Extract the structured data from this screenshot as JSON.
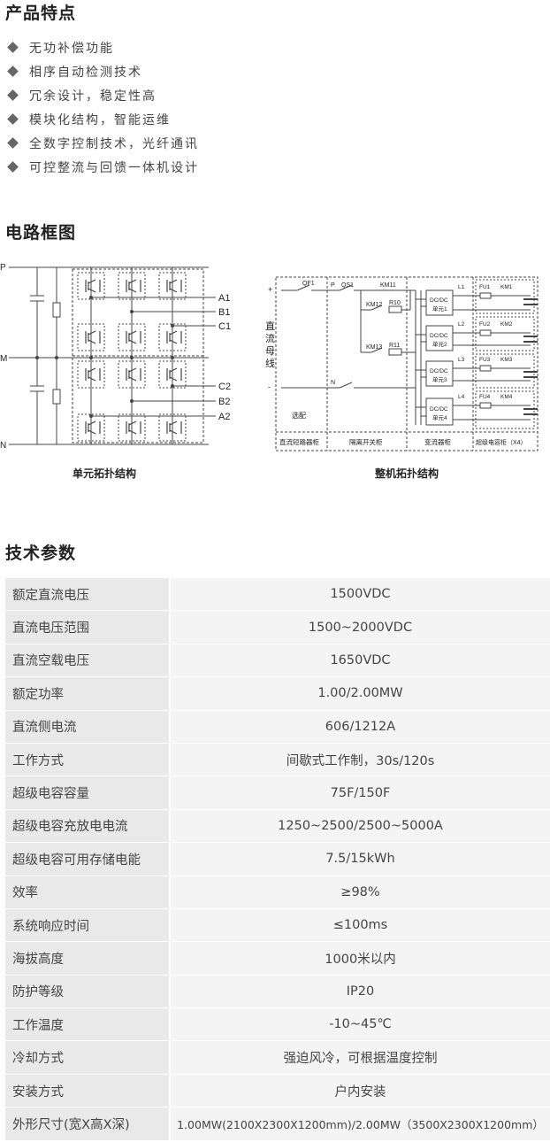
{
  "features_section": {
    "title": "产品特点",
    "items": [
      "无功补偿功能",
      "相序自动检测技术",
      "冗余设计，稳定性高",
      "模块化结构，智能运维",
      "全数字控制技术，光纤通讯",
      "可控整流与回馈一体机设计"
    ]
  },
  "circuit_section": {
    "title": "电路框图",
    "unit": {
      "caption": "单元拓扑结构",
      "labels": {
        "p": "P",
        "m": "M",
        "n": "N",
        "a1": "A1",
        "b1": "B1",
        "c1": "C1",
        "c2": "C2",
        "b2": "B2",
        "a2": "A2"
      }
    },
    "system": {
      "caption": "整机拓扑结构",
      "labels": {
        "plus": "+",
        "minus": "-",
        "qf1": "QF1",
        "p": "P",
        "qs1": "QS1",
        "n": "N",
        "km11": "KM11",
        "km12": "KM12",
        "r10": "R10",
        "km13": "KM13",
        "r11": "R11",
        "bus_chars": [
          "直",
          "流",
          "母",
          "线"
        ],
        "optional": "选配",
        "dcdc_title": "DC/DC",
        "dcdc_units": [
          "单元1",
          "单元2",
          "单元3",
          "单元4"
        ],
        "inductors": [
          "L1",
          "L2",
          "L3",
          "L4"
        ],
        "fuses": [
          "FU1",
          "FU2",
          "FU3",
          "FU4"
        ],
        "contactors": [
          "KM1",
          "KM2",
          "KM3",
          "KM4"
        ],
        "cabinets": [
          "直流短路器柜",
          "隔离开关柜",
          "变流器柜",
          "超级电容柜（X4）"
        ]
      }
    }
  },
  "specs_section": {
    "title": "技术参数",
    "rows": [
      {
        "key": "额定直流电压",
        "value": "1500VDC"
      },
      {
        "key": "直流电压范围",
        "value": "1500~2000VDC"
      },
      {
        "key": "直流空载电压",
        "value": "1650VDC"
      },
      {
        "key": "额定功率",
        "value": "1.00/2.00MW"
      },
      {
        "key": "直流侧电流",
        "value": "606/1212A"
      },
      {
        "key": "工作方式",
        "value": "间歇式工作制，30s/120s"
      },
      {
        "key": "超级电容容量",
        "value": "75F/150F"
      },
      {
        "key": "超级电容充放电电流",
        "value": "1250~2500/2500~5000A"
      },
      {
        "key": "超级电容可用存储电能",
        "value": "7.5/15kWh"
      },
      {
        "key": "效率",
        "value": "≥98%"
      },
      {
        "key": "系统响应时间",
        "value": "≤100ms"
      },
      {
        "key": "海拔高度",
        "value": "1000米以内"
      },
      {
        "key": "防护等级",
        "value": "IP20"
      },
      {
        "key": "工作温度",
        "value": "-10~45℃"
      },
      {
        "key": "冷却方式",
        "value": "强迫风冷，可根据温度控制"
      },
      {
        "key": "安装方式",
        "value": "户内安装"
      },
      {
        "key": "外形尺寸(宽X高X深)",
        "value": "1.00MW(2100X2300X1200mm)/2.00MW（3500X2300X1200mm）"
      }
    ]
  }
}
